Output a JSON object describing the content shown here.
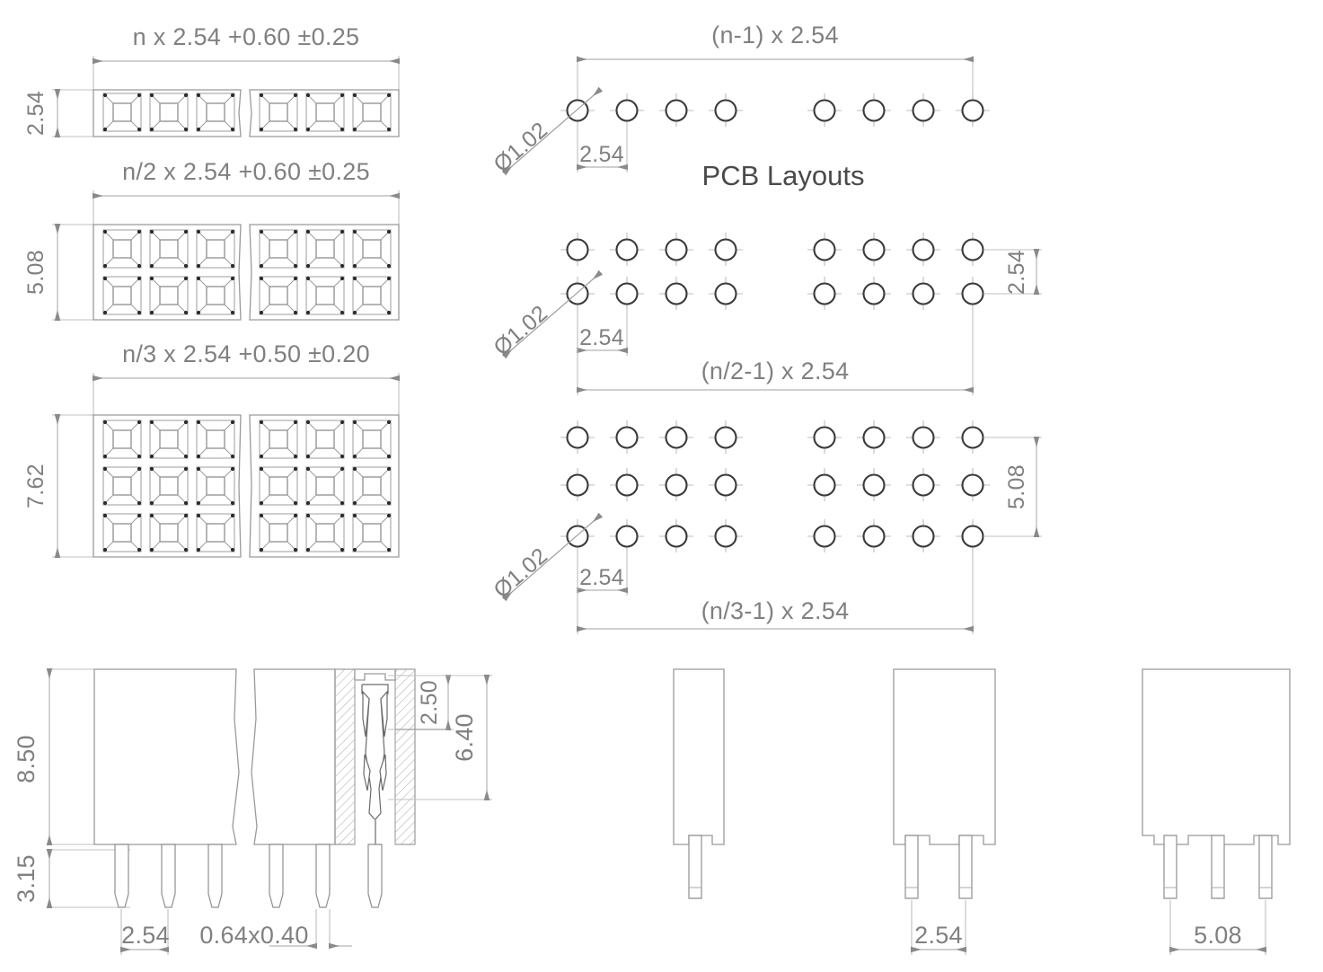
{
  "drawing": {
    "title": "PCB Layouts",
    "units": "mm"
  },
  "front_views": {
    "single_row": {
      "width_dim": "n x 2.54 +0.60 ±0.25",
      "height_dim": "2.54",
      "rows": 1,
      "cols_per_group": 3,
      "groups": 2
    },
    "double_row": {
      "width_dim": "n/2 x 2.54 +0.60 ±0.25",
      "height_dim": "5.08",
      "rows": 2,
      "cols_per_group": 3,
      "groups": 2
    },
    "triple_row": {
      "width_dim": "n/3 x 2.54 +0.50 ±0.20",
      "height_dim": "7.62",
      "rows": 3,
      "cols_per_group": 3,
      "groups": 2
    }
  },
  "pcb_layouts": {
    "title": "PCB Layouts",
    "single_row": {
      "span_dim": "(n-1) x 2.54",
      "hole_dia": "Ø1.02",
      "pitch_dim": "2.54",
      "rows": 1,
      "holes_per_group": 4,
      "groups": 2
    },
    "double_row": {
      "span_dim": "(n/2-1) x 2.54",
      "hole_dia": "Ø1.02",
      "pitch_dim": "2.54",
      "row_spacing_dim": "2.54",
      "rows": 2,
      "holes_per_group": 4,
      "groups": 2
    },
    "triple_row": {
      "span_dim": "(n/3-1) x 2.54",
      "hole_dia": "Ø1.02",
      "pitch_dim": "2.54",
      "row_spacing_dim": "5.08",
      "rows": 3,
      "holes_per_group": 4,
      "groups": 2
    }
  },
  "section_view": {
    "body_height_dim": "8.50",
    "pin_length_dim": "3.15",
    "pin_pitch_dim": "2.54",
    "pin_section_dim": "0.64x0.40",
    "contact_top_dim": "2.50",
    "contact_depth_dim": "6.40"
  },
  "side_views": {
    "single": {
      "pin_count": 1,
      "pitch_dim": ""
    },
    "double": {
      "pin_count": 2,
      "pitch_dim": "2.54"
    },
    "triple": {
      "pin_count": 3,
      "pitch_dim": "5.08"
    }
  },
  "colors": {
    "line": "#9a9a9a",
    "dim": "#b4b4b4",
    "text": "#808080",
    "hole": "#3a3a3a",
    "hatch": "#e8e8e8"
  }
}
